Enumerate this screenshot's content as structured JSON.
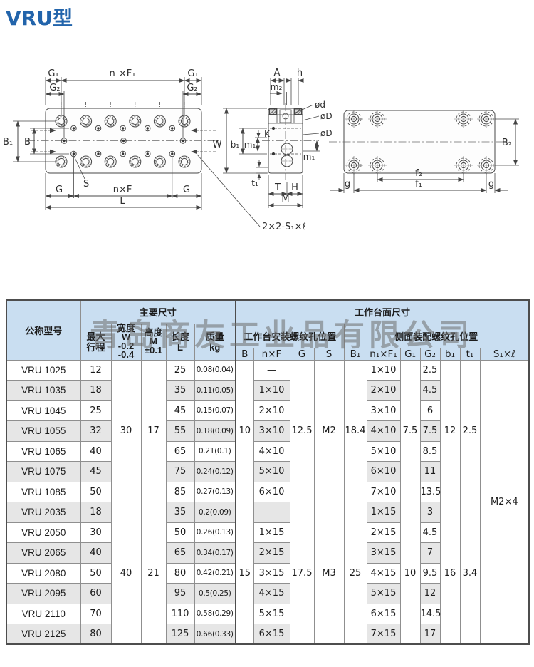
{
  "page": {
    "title": "VRU型"
  },
  "watermark": {
    "text": "青岛商友工业品有限公司"
  },
  "colors": {
    "title_blue": "#2264ab",
    "header_bg": "#c9def1",
    "row_alt_bg": "#e6e6e6",
    "watermark_gray": "#6e6e6e",
    "line": "#474747"
  },
  "drawings": {
    "top_view": {
      "g1_left": "G₁",
      "n1xf1": "n₁×F₁",
      "g1_right": "G₁",
      "g2_left": "G₂",
      "g2_right": "G₂",
      "b1": "B₁",
      "b": "B",
      "s": "S",
      "g_bottom_left": "G",
      "nxf": "n×F",
      "g_bottom_right": "G",
      "l": "L"
    },
    "section_view": {
      "a": "A",
      "h": "h",
      "m2": "m₂",
      "od": "ød",
      "oD_top": "øD",
      "oD_bottom": "øD",
      "w": "W",
      "b1": "b₁",
      "m1_left": "m₁",
      "k": "K",
      "m1_right": "m₁",
      "t1": "t₁",
      "t": "T",
      "h_cap": "H",
      "m": "M",
      "callout": "2×2-S₁×ℓ"
    },
    "bottom_view": {
      "b2": "B₂",
      "f2": "f₂",
      "f1": "f₁",
      "g_left": "g",
      "g_right": "g"
    }
  },
  "table": {
    "header": {
      "model": "公称型号",
      "main_dims": "主要尺寸",
      "surface_dims": "工作台面尺寸",
      "worktable_holes": "工作台安装螺纹孔位置",
      "side_holes": "侧面装配螺纹孔位置",
      "stroke": "最大\n行程",
      "width": "宽度\nW\n-0.2\n-0.4",
      "height": "高度\nM\n±0.1",
      "length": "长度\nL",
      "mass": "质量\nkg",
      "cols": [
        "B",
        "n×F",
        "G",
        "S",
        "B₁",
        "n₁×F₁",
        "G₁",
        "G₂",
        "b₁",
        "t₁",
        "S₁×ℓ"
      ]
    },
    "s1xl_value": "M2×4",
    "groups": [
      {
        "merged": {
          "W": "30",
          "M": "17",
          "B": "10",
          "G": "12.5",
          "S": "M2",
          "B1": "18.4",
          "G1": "7.5",
          "b1": "12",
          "t1": "2.5"
        },
        "rows": [
          {
            "model": "VRU 1025",
            "stroke": "12",
            "L": "25",
            "kg": "0.08(0.04)",
            "nxf": "—",
            "n1xf1": "1×10",
            "G2": "2.5"
          },
          {
            "model": "VRU 1035",
            "stroke": "18",
            "L": "35",
            "kg": "0.11(0.05)",
            "nxf": "1×10",
            "n1xf1": "2×10",
            "G2": "4.5"
          },
          {
            "model": "VRU 1045",
            "stroke": "25",
            "L": "45",
            "kg": "0.15(0.07)",
            "nxf": "2×10",
            "n1xf1": "3×10",
            "G2": "6"
          },
          {
            "model": "VRU 1055",
            "stroke": "32",
            "L": "55",
            "kg": "0.18(0.09)",
            "nxf": "3×10",
            "n1xf1": "4×10",
            "G2": "7.5"
          },
          {
            "model": "VRU 1065",
            "stroke": "40",
            "L": "65",
            "kg": "0.21(0.1)",
            "nxf": "4×10",
            "n1xf1": "5×10",
            "G2": "8.5"
          },
          {
            "model": "VRU 1075",
            "stroke": "45",
            "L": "75",
            "kg": "0.24(0.12)",
            "nxf": "5×10",
            "n1xf1": "6×10",
            "G2": "11"
          },
          {
            "model": "VRU 1085",
            "stroke": "50",
            "L": "85",
            "kg": "0.27(0.13)",
            "nxf": "6×10",
            "n1xf1": "7×10",
            "G2": "13.5"
          }
        ]
      },
      {
        "merged": {
          "W": "40",
          "M": "21",
          "B": "15",
          "G": "17.5",
          "S": "M3",
          "B1": "25",
          "G1": "10",
          "b1": "16",
          "t1": "3.4"
        },
        "rows": [
          {
            "model": "VRU 2035",
            "stroke": "18",
            "L": "35",
            "kg": "0.2(0.09)",
            "nxf": "—",
            "n1xf1": "1×15",
            "G2": "3"
          },
          {
            "model": "VRU 2050",
            "stroke": "30",
            "L": "50",
            "kg": "0.26(0.13)",
            "nxf": "1×15",
            "n1xf1": "2×15",
            "G2": "4.5"
          },
          {
            "model": "VRU 2065",
            "stroke": "40",
            "L": "65",
            "kg": "0.34(0.17)",
            "nxf": "2×15",
            "n1xf1": "3×15",
            "G2": "7"
          },
          {
            "model": "VRU 2080",
            "stroke": "50",
            "L": "80",
            "kg": "0.42(0.21)",
            "nxf": "3×15",
            "n1xf1": "4×15",
            "G2": "9.5"
          },
          {
            "model": "VRU 2095",
            "stroke": "60",
            "L": "95",
            "kg": "0.5(0.25)",
            "nxf": "4×15",
            "n1xf1": "5×15",
            "G2": "12"
          },
          {
            "model": "VRU 2110",
            "stroke": "70",
            "L": "110",
            "kg": "0.58(0.29)",
            "nxf": "5×15",
            "n1xf1": "6×15",
            "G2": "14.5"
          },
          {
            "model": "VRU 2125",
            "stroke": "80",
            "L": "125",
            "kg": "0.66(0.33)",
            "nxf": "6×15",
            "n1xf1": "7×15",
            "G2": "17"
          }
        ]
      }
    ]
  }
}
